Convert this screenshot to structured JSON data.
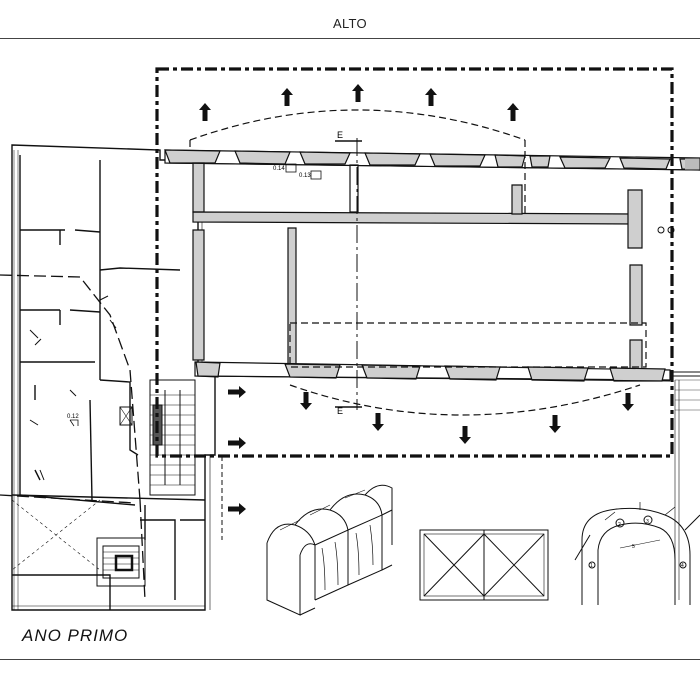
{
  "header": {
    "title": "ALTO"
  },
  "plan": {
    "section_mark_top": "E",
    "section_mark_bottom": "E",
    "room_labels": [
      "0.14",
      "0.13",
      "0.12"
    ],
    "caption": "ANO PRIMO"
  },
  "vault_detail": {
    "labels": [
      "1",
      "2",
      "3",
      "4",
      "5"
    ]
  },
  "colors": {
    "line": "#111111",
    "wall_fill": "#cfcfcf",
    "background": "#ffffff"
  },
  "icons": [
    "arrow-up-icon",
    "arrow-down-icon",
    "arrow-right-icon"
  ]
}
